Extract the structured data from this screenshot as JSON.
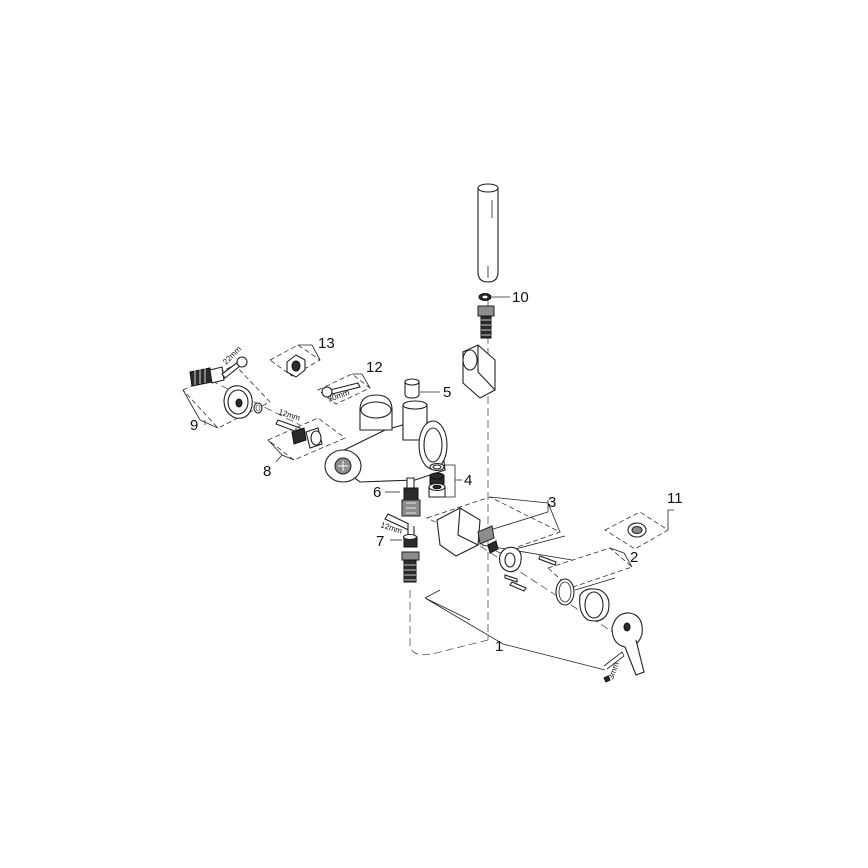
{
  "callouts": {
    "p1": "1",
    "p2": "2",
    "p3": "3",
    "p4": "4",
    "p5": "5",
    "p6": "6",
    "p7": "7",
    "p8": "8",
    "p9": "9",
    "p10": "10",
    "p11": "11",
    "p12": "12",
    "p13": "13"
  },
  "tool_sizes": {
    "wrench_22": "22mm",
    "hex_12_upper": "12mm",
    "wrench_30": "30mm",
    "hex_12_lower": "12mm",
    "hex_3": "3mm"
  }
}
